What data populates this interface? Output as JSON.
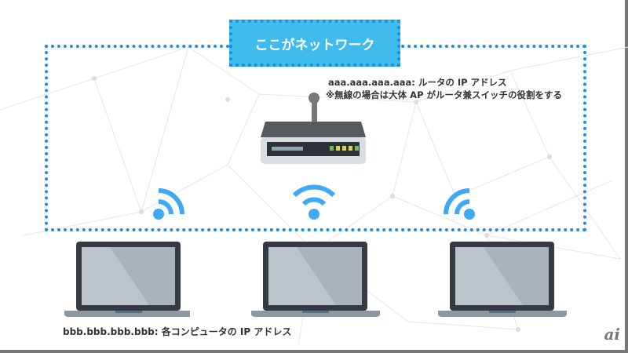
{
  "network_label": "ここがネットワーク",
  "router_ip_note": "aaa.aaa.aaa.aaa: ルータの IP アドレス",
  "wireless_note": "※無線の場合は大体 AP がルータ兼スイッチの役割をする",
  "computer_ip_note": "bbb.bbb.bbb.bbb: 各コンピュータの IP アドレス",
  "logo": "ai",
  "colors": {
    "accent": "#3fbbee",
    "dotted_border": "#1a8fe0",
    "wifi": "#3fa9f5"
  }
}
